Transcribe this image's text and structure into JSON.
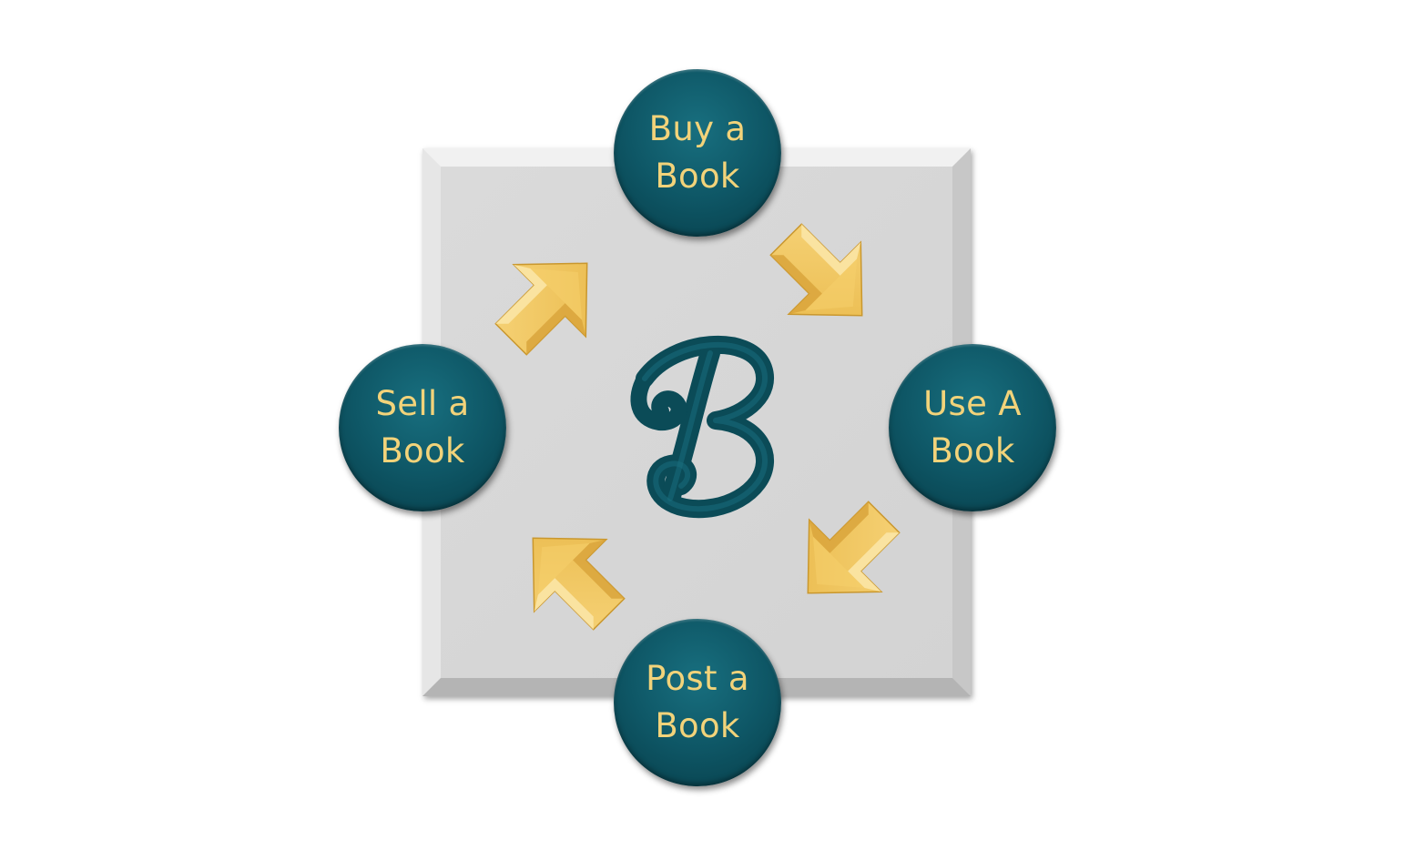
{
  "nodes": {
    "buy": {
      "label": "Buy a\nBook"
    },
    "use": {
      "label": "Use A\nBook"
    },
    "post": {
      "label": "Post a\nBook"
    },
    "sell": {
      "label": "Sell a\nBook"
    }
  },
  "center_logo": {
    "letter": "B"
  },
  "colors": {
    "node_fill": "#0e5665",
    "node_text": "#f2d37a",
    "arrow_gold": "#f0c75a",
    "panel": "#d6d6d6"
  },
  "arrows": [
    {
      "from": "buy",
      "to": "use",
      "icon": "arrow-down-right-icon"
    },
    {
      "from": "use",
      "to": "post",
      "icon": "arrow-down-left-icon"
    },
    {
      "from": "post",
      "to": "sell",
      "icon": "arrow-up-left-icon"
    },
    {
      "from": "sell",
      "to": "buy",
      "icon": "arrow-up-right-icon"
    }
  ]
}
